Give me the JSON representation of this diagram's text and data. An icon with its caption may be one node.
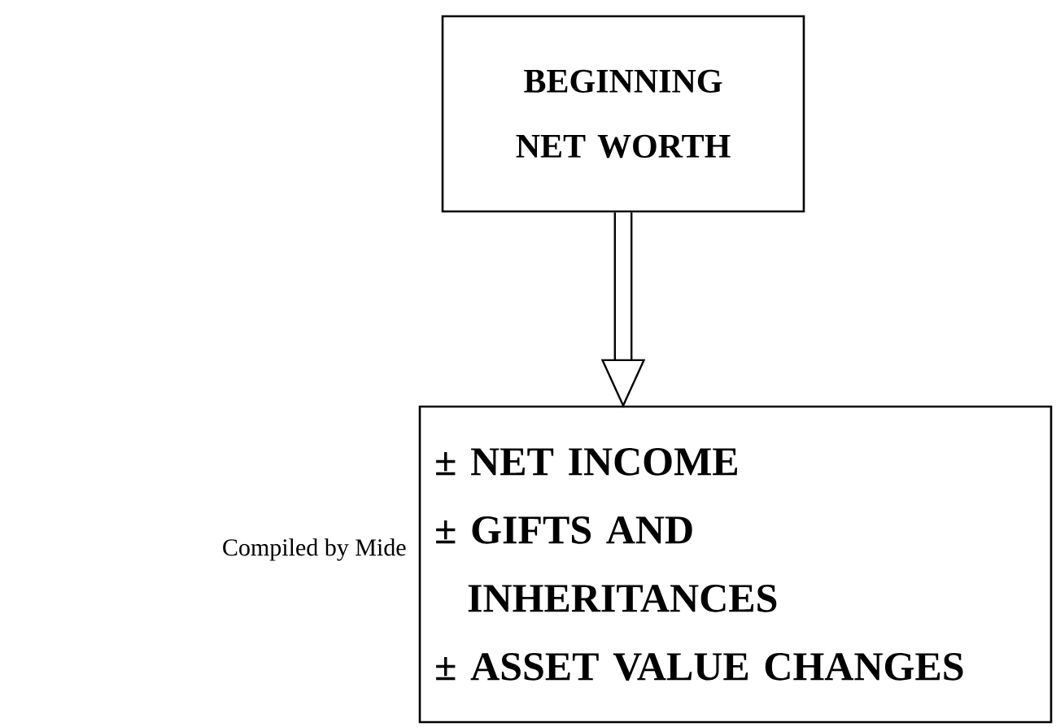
{
  "diagram": {
    "nodes": [
      {
        "text": [
          "BEGINNING NET WORTH"
        ]
      },
      {
        "text": [
          "± NET INCOME",
          "± GIFTS AND INHERITANCES",
          "± ASSET VALUE CHANGES"
        ]
      }
    ],
    "edges": [
      {
        "from": 0,
        "to": 1,
        "arrow": "to"
      }
    ],
    "labels": [
      "Compiled by Mide"
    ]
  }
}
